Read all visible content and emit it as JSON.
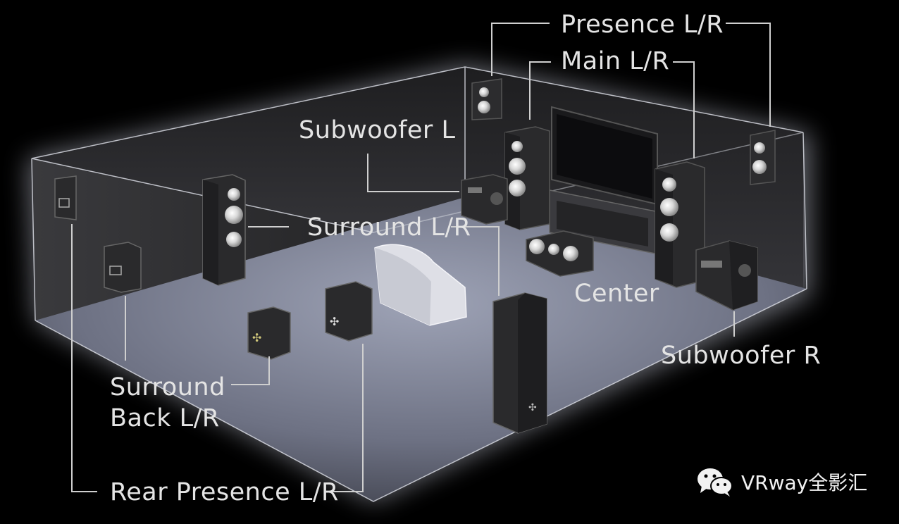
{
  "labels": {
    "presence": "Presence L/R",
    "main": "Main L/R",
    "subwoofer_l": "Subwoofer L",
    "surround": "Surround L/R",
    "center": "Center",
    "subwoofer_r": "Subwoofer R",
    "surround_back_line1": "Surround",
    "surround_back_line2": "Back L/R",
    "rear_presence": "Rear Presence L/R"
  },
  "watermark": {
    "text": "VRway全影汇",
    "icon": "wechat-icon"
  },
  "colors": {
    "background": "#000000",
    "wall": "#2b2b2d",
    "floor": "#6b6f80",
    "speaker": "#2a2a2c",
    "label_text": "#e4e4e4",
    "callout_line": "#cfcfcf"
  }
}
